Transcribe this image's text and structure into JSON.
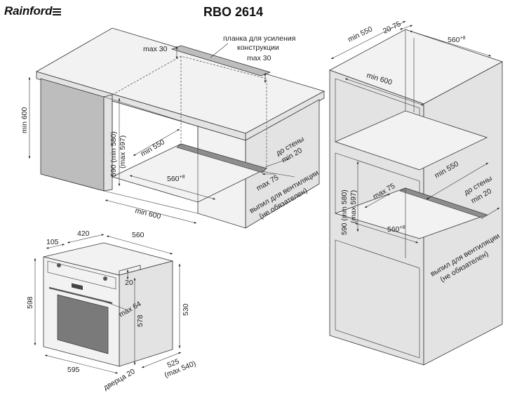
{
  "header": {
    "brand": "Rainford",
    "model": "RBO 2614"
  },
  "under_counter": {
    "max_30_top": "max 30",
    "reinforcement_bar_line1": "планка для усиления",
    "reinforcement_bar_line2": "конструкции",
    "max_30_bar": "max 30",
    "min_600_height": "min 600",
    "niche_height_line1": "590 (min 580)",
    "niche_height_line2": "(max 597)",
    "min_550_depth": "min 550",
    "to_wall_line1": "до стены",
    "to_wall_line2": "min 20",
    "width_560": "560",
    "width_560_sup": "+8",
    "max_75": "max 75",
    "vent_cutout_line1": "выпил для вентиляции",
    "vent_cutout_line2": "(не обязателен)",
    "min_600_width": "min 600"
  },
  "column": {
    "min_550_top": "min 550",
    "range_20_75": "20-75",
    "width_560_top": "560",
    "width_560_top_sup": "+8",
    "min_600": "min 600",
    "min_550_side": "min 550",
    "to_wall_line1": "до стены",
    "to_wall_line2": "min 20",
    "niche_height_line1": "590 (min 580)",
    "niche_height_line2": "(max 597)",
    "max_75": "max 75",
    "width_560": "560",
    "width_560_sup": "+8",
    "vent_cutout_line1": "выпил для вентиляции",
    "vent_cutout_line2": "(не обязателен)"
  },
  "oven": {
    "d_105": "105",
    "d_420": "420",
    "d_560": "560",
    "d_20": "20",
    "max_64": "max 64",
    "d_598": "598",
    "d_578": "578",
    "d_530": "530",
    "d_595": "595",
    "d_525": "525",
    "max_540": "(max 540)",
    "door_20": "дверца 20"
  }
}
